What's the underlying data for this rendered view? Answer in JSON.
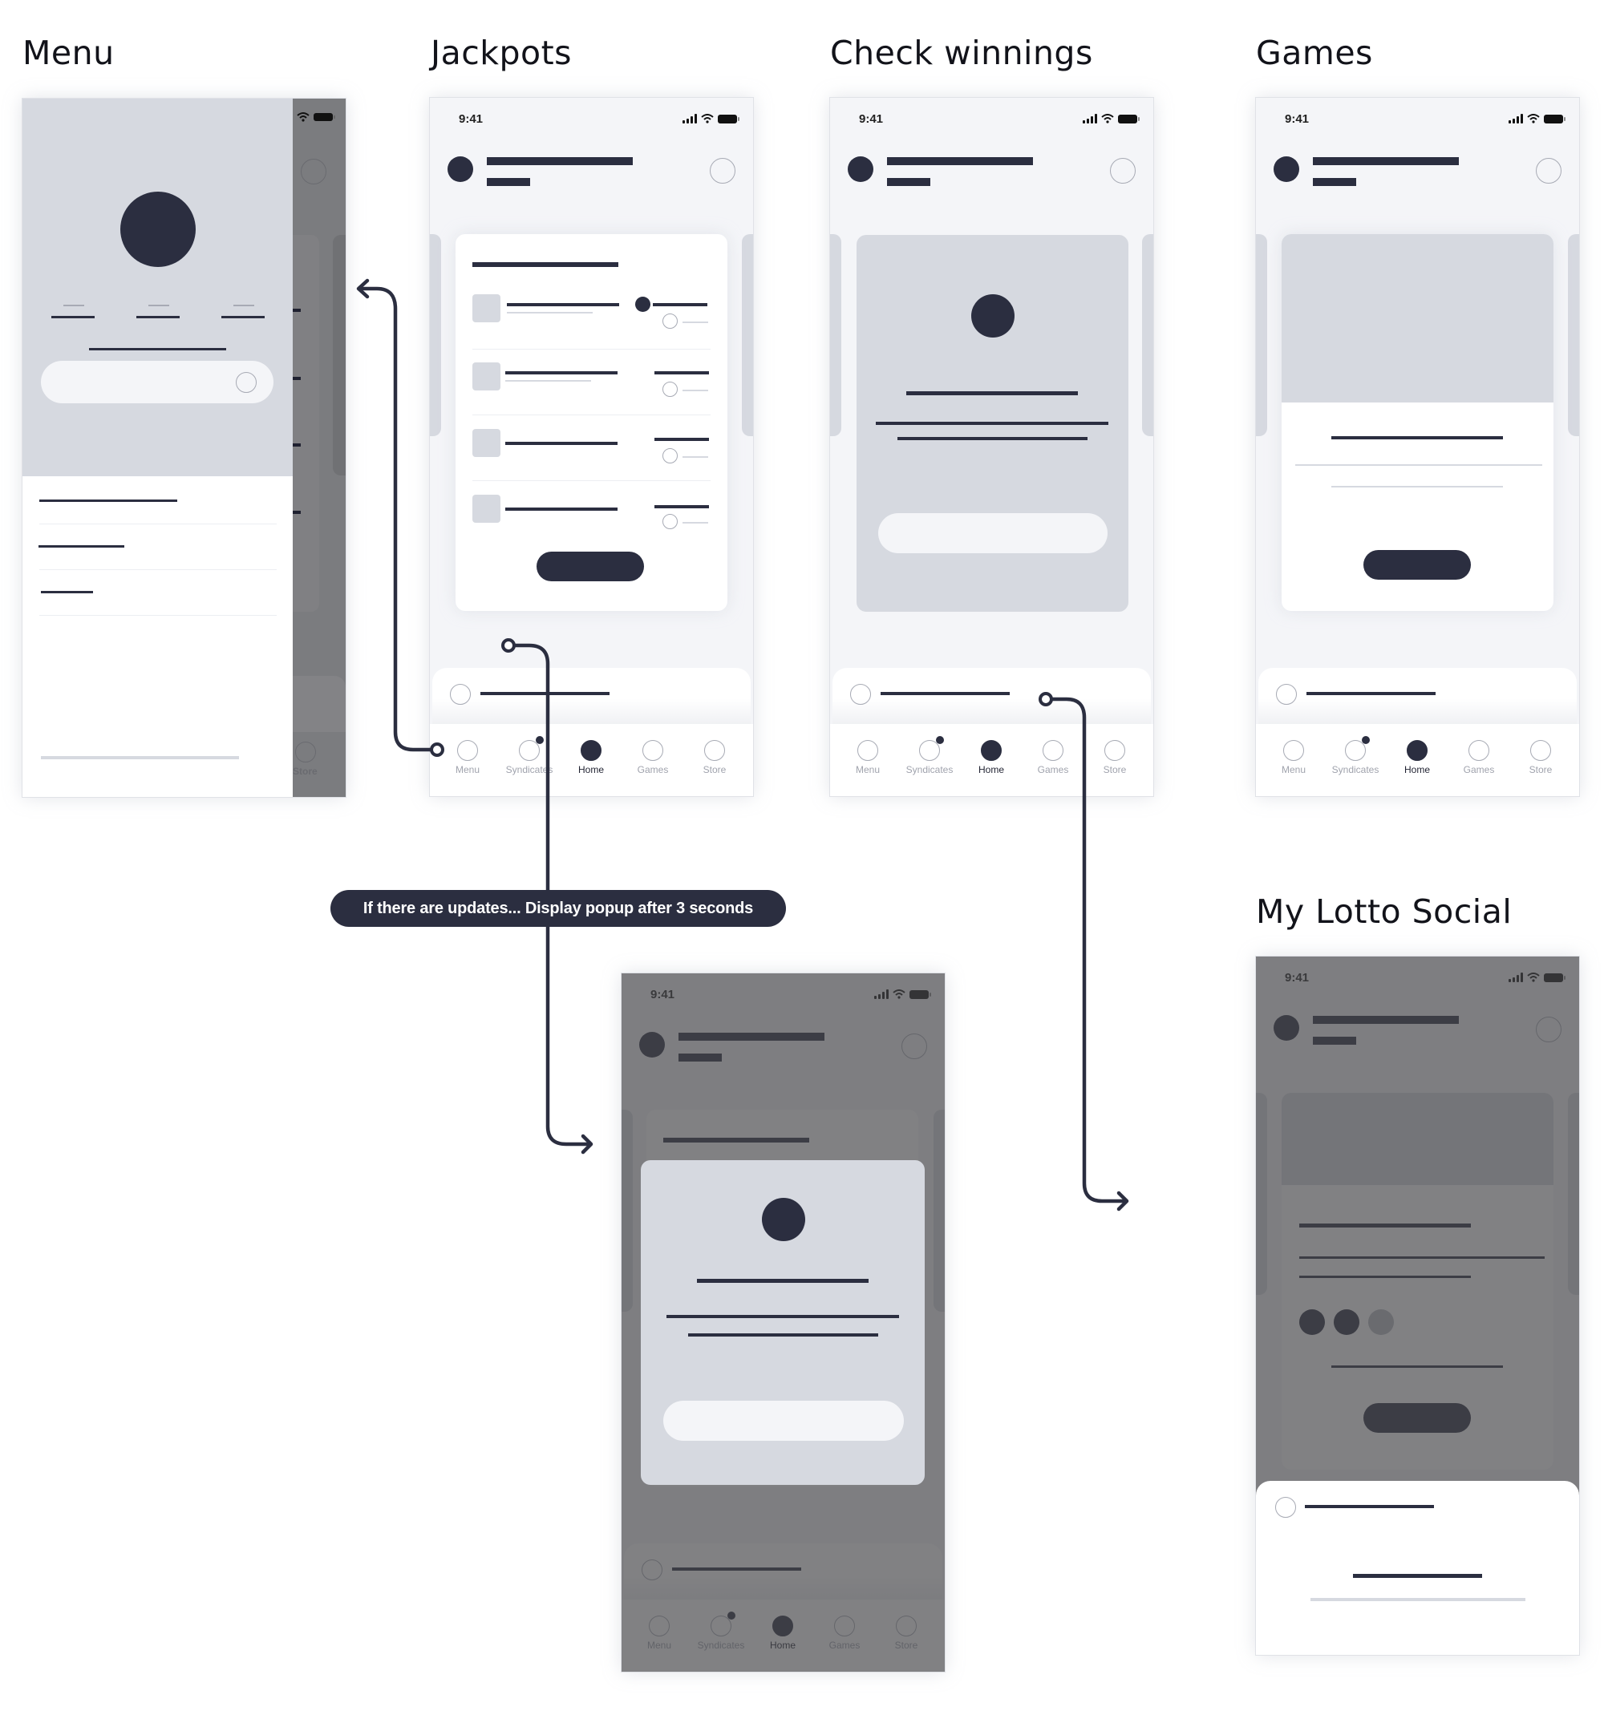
{
  "titles": {
    "menu": "Menu",
    "jackpots": "Jackpots",
    "check_winnings": "Check winnings",
    "games": "Games",
    "my_lotto_social": "My Lotto Social"
  },
  "status_bar": {
    "time": "9:41"
  },
  "tab_bar": {
    "items": [
      {
        "label": "Menu",
        "icon": "circle-outline-icon",
        "active": false
      },
      {
        "label": "Syndicates",
        "icon": "circle-outline-icon",
        "active": false,
        "badge": true
      },
      {
        "label": "Home",
        "icon": "circle-filled-icon",
        "active": true
      },
      {
        "label": "Games",
        "icon": "circle-outline-icon",
        "active": false
      },
      {
        "label": "Store",
        "icon": "circle-outline-icon",
        "active": false
      }
    ]
  },
  "annotation": {
    "text": "If there are updates... Display popup after 3 seconds"
  },
  "colors": {
    "ink": "#2b2e40",
    "placeholder": "#d6d9e0",
    "background": "#f4f5f8",
    "overlay": "#7b7c7f"
  },
  "menu_overlay_tab_label": "Store"
}
